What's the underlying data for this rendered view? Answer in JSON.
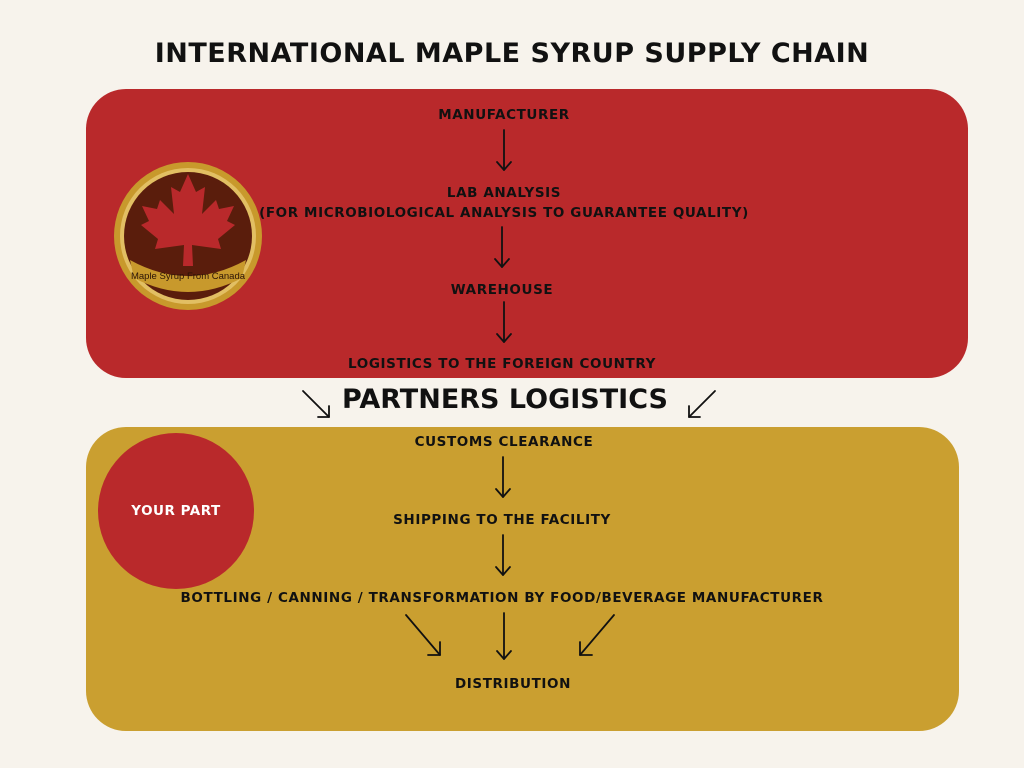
{
  "title": "INTERNATIONAL MAPLE SYRUP SUPPLY CHAIN",
  "canada_section": {
    "steps": [
      {
        "label": "MANUFACTURER"
      },
      {
        "label": "LAB ANALYSIS",
        "sublabel": "(FOR MICROBIOLOGICAL ANALYSIS TO GUARANTEE QUALITY)"
      },
      {
        "label": "WAREHOUSE"
      },
      {
        "label": "LOGISTICS TO THE FOREIGN COUNTRY"
      }
    ],
    "badge": {
      "text": "Maple Syrup From Canada",
      "icon": "maple-leaf-icon"
    }
  },
  "partners_heading": "PARTNERS LOGISTICS",
  "partner_section": {
    "badge_label": "YOUR PART",
    "steps": [
      {
        "label": "CUSTOMS CLEARANCE"
      },
      {
        "label": "SHIPPING TO THE FACILITY"
      },
      {
        "label": "BOTTLING / CANNING / TRANSFORMATION BY FOOD/BEVERAGE MANUFACTURER"
      },
      {
        "label": "DISTRIBUTION"
      }
    ]
  },
  "colors": {
    "background": "#f7f3ec",
    "canada_panel": "#b9292b",
    "partner_panel": "#ca9f30",
    "seal_brown": "#5a1d0c",
    "seal_gold": "#c8992c"
  }
}
